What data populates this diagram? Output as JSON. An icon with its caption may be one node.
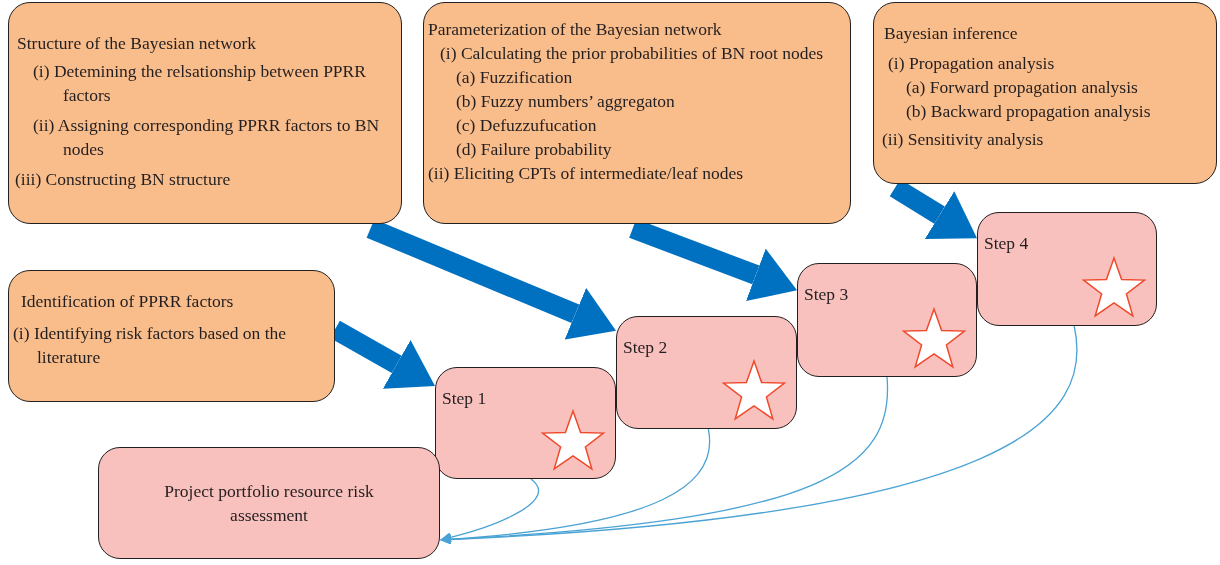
{
  "diagram": {
    "nodes": [
      {
        "text": [
          "Structure of the Bayesian network",
          "(i) Detemining the relsationship between PPRR factors",
          "(ii) Assigning corresponding PPRR factors to BN nodes",
          "(iii) Constructing BN structure"
        ]
      },
      {
        "text": [
          "Parameterization of the Bayesian network",
          "(i) Calculating the prior probabilities of BN root nodes",
          "(a) Fuzzification",
          "(b) Fuzzy numbers’ aggregaton",
          "(c) Defuzzufucation",
          "(d) Failure probability",
          "(ii) Eliciting CPTs of intermediate/leaf nodes"
        ]
      },
      {
        "text": [
          "Bayesian inference",
          "(i) Propagation analysis",
          "(a) Forward propagation analysis",
          "(b) Backward propagation analysis",
          "(ii) Sensitivity analysis"
        ]
      },
      {
        "text": [
          "Identification of PPRR factors",
          "(i) Identifying risk factors based on the literature"
        ]
      },
      {
        "text": [
          "Step 1"
        ]
      },
      {
        "text": [
          "Step 2"
        ]
      },
      {
        "text": [
          "Step 3"
        ]
      },
      {
        "text": [
          "Step 4"
        ]
      },
      {
        "text": [
          "Project portfolio resource risk assessment"
        ]
      }
    ],
    "edges": [
      {
        "from": 3,
        "to": 4,
        "arrow": "to",
        "style": "thick",
        "color": "#0070c0"
      },
      {
        "from": 0,
        "to": 5,
        "arrow": "to",
        "style": "thick",
        "color": "#0070c0"
      },
      {
        "from": 1,
        "to": 6,
        "arrow": "to",
        "style": "thick",
        "color": "#0070c0"
      },
      {
        "from": 2,
        "to": 7,
        "arrow": "to",
        "style": "thick",
        "color": "#0070c0"
      },
      {
        "from": 4,
        "to": 8,
        "arrow": "to"
      },
      {
        "from": 5,
        "to": 8,
        "arrow": "to"
      },
      {
        "from": 6,
        "to": 8,
        "arrow": "to"
      },
      {
        "from": 7,
        "to": 8,
        "arrow": "to"
      }
    ]
  }
}
